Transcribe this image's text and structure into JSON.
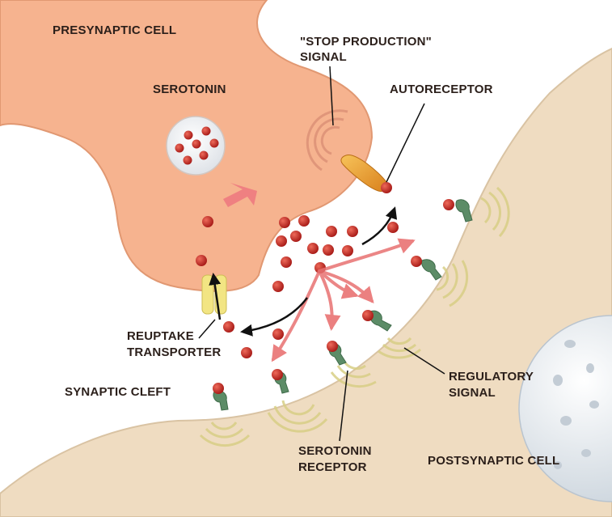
{
  "labels": {
    "presynaptic_cell": "PRESYNAPTIC CELL",
    "serotonin": "SEROTONIN",
    "stop_production_line1": "\"STOP PRODUCTION\"",
    "stop_production_line2": "SIGNAL",
    "autoreceptor": "AUTORECEPTOR",
    "reuptake_line1": "REUPTAKE",
    "reuptake_line2": "TRANSPORTER",
    "synaptic_cleft": "SYNAPTIC CLEFT",
    "regulatory_line1": "REGULATORY",
    "regulatory_line2": "SIGNAL",
    "serotonin_receptor_line1": "SEROTONIN",
    "serotonin_receptor_line2": "RECEPTOR",
    "postsynaptic_cell": "POSTSYNAPTIC CELL"
  },
  "colors": {
    "presynaptic": "#f6b38f",
    "presynaptic_edge": "#e19872",
    "postsynaptic": "#efdcc1",
    "postsynaptic_edge": "#d9c3a3",
    "serotonin": "#c62420",
    "autoreceptor": "#ec9a25",
    "transporter": "#efe27a",
    "receptor": "#5c8c67",
    "signal_ring": "#d8cf86",
    "arrow_pink": "#ec7a7a",
    "arrow_black": "#111111",
    "nucleus": "#e8edf2"
  }
}
